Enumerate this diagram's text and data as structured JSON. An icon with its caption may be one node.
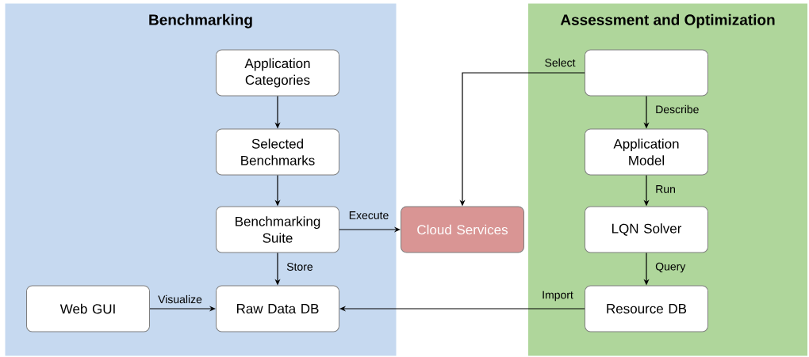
{
  "diagram": {
    "nodes": [
      {
        "text": [
          "Benchmarking"
        ]
      },
      {
        "text": [
          "Application Categories"
        ],
        "in": 0
      },
      {
        "text": [
          "Selected Benchmarks"
        ],
        "in": 0
      },
      {
        "text": [
          "Benchmarking Suite"
        ],
        "in": 0
      },
      {
        "text": [
          "Raw Data DB"
        ],
        "in": 0
      },
      {
        "text": [
          "Web GUI"
        ],
        "in": 0
      },
      {
        "text": [
          "Cloud Services"
        ]
      },
      {
        "text": [
          "Assessment and Optimization"
        ]
      },
      {
        "text": [],
        "shape": "box",
        "in": 7
      },
      {
        "text": [
          "Application Model"
        ],
        "in": 7
      },
      {
        "text": [
          "LQN Solver"
        ],
        "in": 7
      },
      {
        "text": [
          "Resource DB"
        ],
        "in": 7
      }
    ],
    "edges": [
      {
        "from": 1,
        "to": 2,
        "arrow": "to"
      },
      {
        "from": 2,
        "to": 3,
        "arrow": "to"
      },
      {
        "from": 3,
        "to": 6,
        "arrow": "to",
        "label": "Execute"
      },
      {
        "from": 3,
        "to": 4,
        "arrow": "to",
        "label": "Store"
      },
      {
        "from": 5,
        "to": 4,
        "arrow": "to",
        "label": "Visualize"
      },
      {
        "from": 8,
        "to": 6,
        "arrow": "to",
        "label": "Select"
      },
      {
        "from": 8,
        "to": 9,
        "arrow": "to",
        "label": "Describe"
      },
      {
        "from": 9,
        "to": 10,
        "arrow": "to",
        "label": "Run"
      },
      {
        "from": 10,
        "to": 11,
        "arrow": "to",
        "label": "Query"
      },
      {
        "from": 11,
        "to": 4,
        "arrow": "to",
        "label": "Import"
      }
    ]
  }
}
